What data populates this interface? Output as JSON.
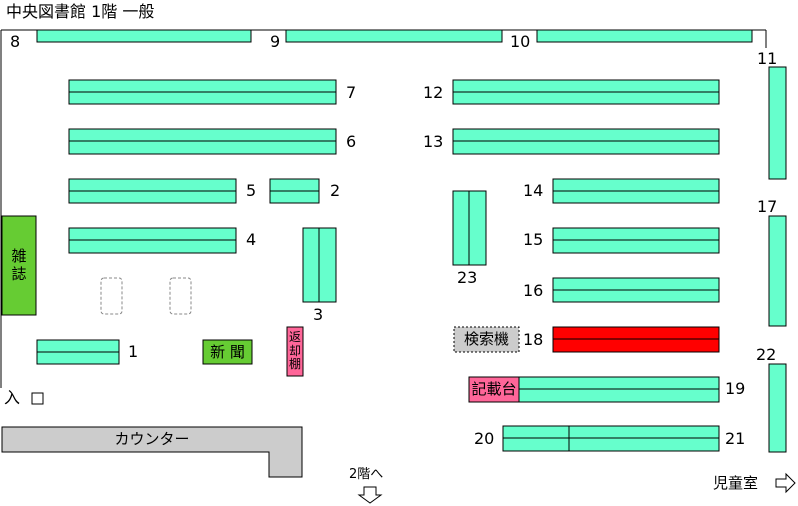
{
  "title": "中央図書館 1階 一般",
  "colors": {
    "shelf": "#66ffcc",
    "highlight_shelf": "#ff0000",
    "magazine": "#66cc33",
    "newspaper": "#66cc33",
    "return_shelf": "#ff6699",
    "counter": "#cccccc",
    "search_terminal": "#cccccc",
    "writing_desk": "#ff6699"
  },
  "shelf_numbers": {
    "s1": "1",
    "s2": "2",
    "s3": "3",
    "s4": "4",
    "s5": "5",
    "s6": "6",
    "s7": "7",
    "s8": "8",
    "s9": "9",
    "s10": "10",
    "s11": "11",
    "s12": "12",
    "s13": "13",
    "s14": "14",
    "s15": "15",
    "s16": "16",
    "s17": "17",
    "s18": "18",
    "s19": "19",
    "s20": "20",
    "s21": "21",
    "s22": "22",
    "s23": "23"
  },
  "areas": {
    "magazine": [
      "雑",
      "誌"
    ],
    "newspaper": "新 聞",
    "return_shelf": [
      "返",
      "却",
      "棚"
    ],
    "counter": "カウンター",
    "search_terminal": "検索機",
    "writing_desk": "記載台"
  },
  "entrance": "入",
  "stairs": "2階へ",
  "kids_room": "児童室"
}
